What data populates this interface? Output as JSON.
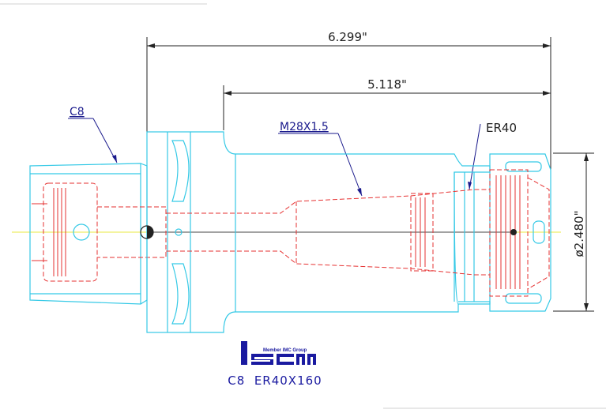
{
  "dimensions": {
    "overall_length": "6.299\"",
    "inner_length": "5.118\"",
    "diameter": "ø2.480\""
  },
  "callouts": {
    "shank": "C8",
    "thread": "M28X1.5",
    "collet": "ER40"
  },
  "logo": {
    "tagline": "Member IMC Group",
    "name": "iscar"
  },
  "title": "C8  ER40X160",
  "colors": {
    "body_outline": "#35c9e6",
    "hidden_lines": "#e63232",
    "dimension_lines": "#222222",
    "text": "#1a1a8c"
  }
}
